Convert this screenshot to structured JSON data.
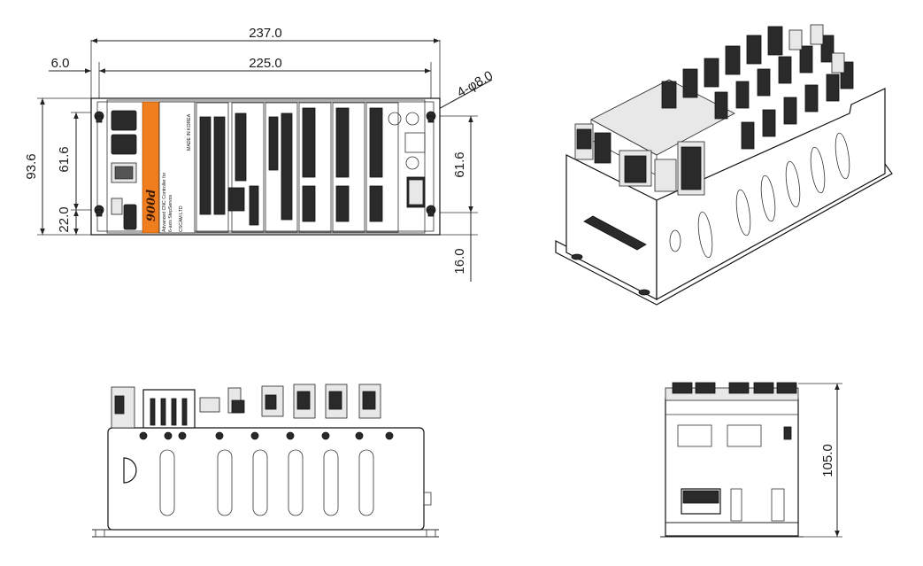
{
  "dimensions": {
    "overall_width": "237.0",
    "hole_pitch": "225.0",
    "hole_offset": "6.0",
    "mount_hole": "4-φ8.0",
    "overall_height": "93.6",
    "left_hole_spacing": "61.6",
    "bottom_hole_offset": "22.0",
    "right_hole_spacing": "61.6",
    "right_bottom_offset": "16.0",
    "side_height": "105.0"
  },
  "panel": {
    "model": "900d",
    "desc_line1": "Advanced CNC Controller for",
    "desc_line2": "6-axis StepServos",
    "company": "CSCAM LTD",
    "made_in": "MADE IN KOREA"
  },
  "colors": {
    "accent": "#f07d1e",
    "line": "#222222"
  }
}
